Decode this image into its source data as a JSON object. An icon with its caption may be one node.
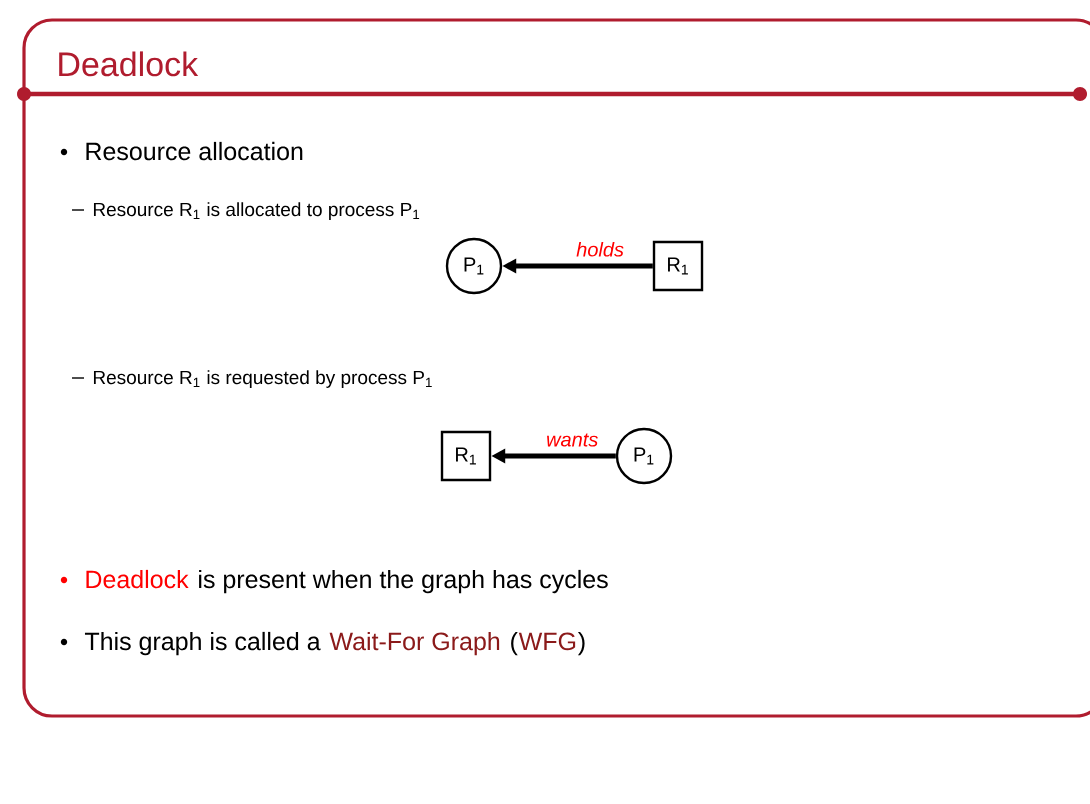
{
  "diagram": {
    "title": "Deadlock",
    "nodes": [
      {
        "text": [
          "P$_{1}$"
        ]
      },
      {
        "text": [
          "R$_{1}$"
        ]
      },
      {
        "text": [
          "R$_{1}$"
        ]
      },
      {
        "text": [
          "P$_{1}$"
        ]
      }
    ],
    "edges": [
      {
        "from": 1,
        "to": 0,
        "arrow": "to",
        "label": "holds"
      },
      {
        "from": 3,
        "to": 2,
        "arrow": "to",
        "label": "wants"
      }
    ],
    "labels": [
      "Resource allocation",
      "Resource R$_{1}$ is allocated to process P$_{1}$",
      "Resource R$_{1}$ is requested by process P$_{1}$",
      "Deadlock",
      "is present when the graph has cycles",
      "This graph is called a",
      "Wait-For Graph",
      "(",
      "WFG",
      ")"
    ]
  }
}
